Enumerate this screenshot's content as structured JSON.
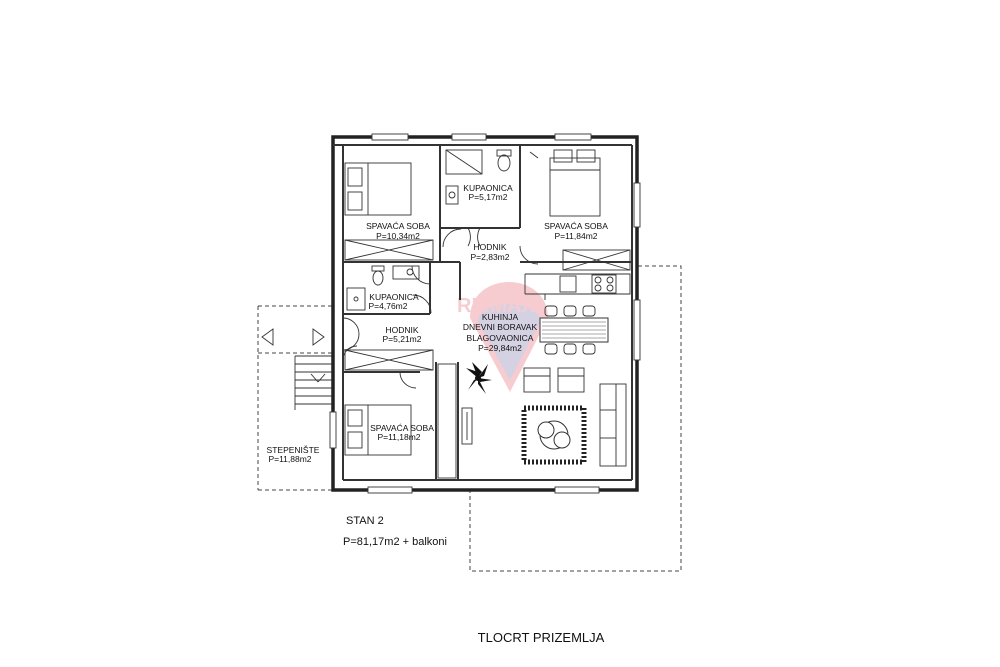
{
  "rooms": {
    "bedroom_top_left": {
      "name": "SPAVAĆA SOBA",
      "area": "P=10,34m2"
    },
    "bathroom_top": {
      "name": "KUPAONICA",
      "area": "P=5,17m2"
    },
    "bedroom_top_right": {
      "name": "SPAVAĆA SOBA",
      "area": "P=11,84m2"
    },
    "hallway_top": {
      "name": "HODNIK",
      "area": "P=2,83m2"
    },
    "bathroom_left": {
      "name": "KUPAONICA",
      "area": "P=4,76m2"
    },
    "hallway_left": {
      "name": "HODNIK",
      "area": "P=5,21m2"
    },
    "living": {
      "name_1": "KUHINJA",
      "name_2": "DNEVNI BORAVAK",
      "name_3": "BLAGOVAONICA",
      "area": "P=29,84m2"
    },
    "bedroom_bottom": {
      "name": "SPAVAĆA SOBA",
      "area": "P=11,18m2"
    },
    "staircase": {
      "name": "STEPENIŠTE",
      "area": "P=11,88m2"
    }
  },
  "unit": {
    "name": "STAN 2",
    "area": "P=81,17m2 + balkoni"
  },
  "plan_title": "TLOCRT PRIZEMLJA",
  "watermark": {
    "brand": "RE/MAX",
    "color": "#dc1c2e",
    "secondary_color": "#003da5"
  },
  "icons": [
    "plant-icon",
    "toilet-icon",
    "sink-icon",
    "shower-icon",
    "stove-icon",
    "bed-icon",
    "sofa-icon",
    "dining-table-icon",
    "armchair-icon",
    "rug-icon"
  ]
}
